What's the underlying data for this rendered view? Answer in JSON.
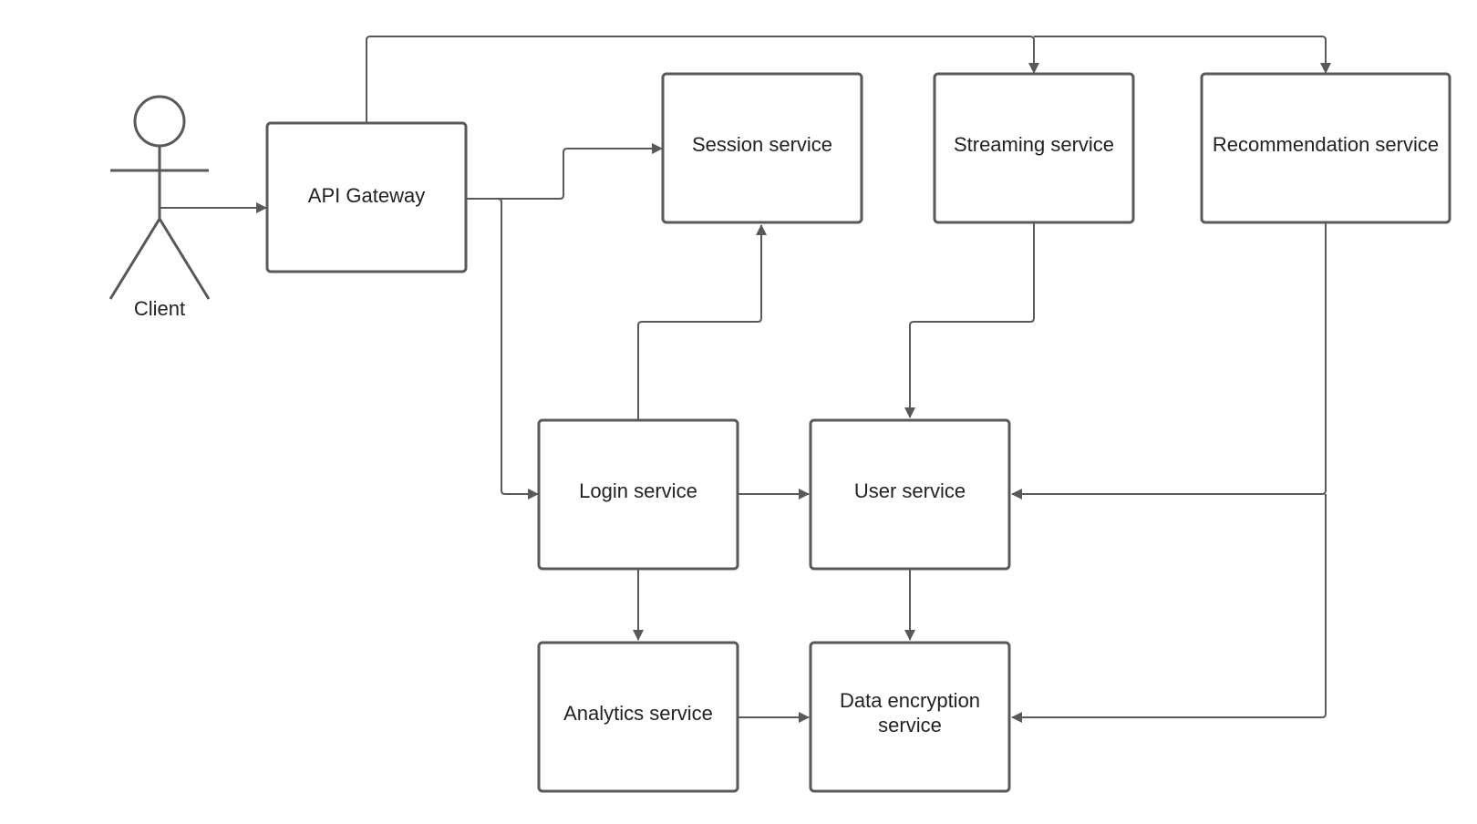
{
  "diagram": {
    "colors": {
      "stroke": "#595959",
      "text": "#222222",
      "background": "#ffffff"
    },
    "actor": {
      "label": "Client"
    },
    "nodes": {
      "api_gateway": {
        "label": "API Gateway"
      },
      "session": {
        "label": "Session service"
      },
      "streaming": {
        "label": "Streaming service"
      },
      "recommendation": {
        "label": "Recommendation service"
      },
      "login": {
        "label": "Login service"
      },
      "user": {
        "label": "User service"
      },
      "analytics": {
        "label": "Analytics service"
      },
      "data_encryption": {
        "label_line1": "Data encryption",
        "label_line2": "service"
      }
    },
    "edges": [
      {
        "from": "Client",
        "to": "API Gateway"
      },
      {
        "from": "API Gateway",
        "to": "Session service"
      },
      {
        "from": "API Gateway",
        "to": "Login service"
      },
      {
        "from": "API Gateway",
        "to": "Streaming service"
      },
      {
        "from": "API Gateway",
        "to": "Recommendation service"
      },
      {
        "from": "Login service",
        "to": "Session service"
      },
      {
        "from": "Login service",
        "to": "User service"
      },
      {
        "from": "Login service",
        "to": "Analytics service"
      },
      {
        "from": "Streaming service",
        "to": "User service"
      },
      {
        "from": "Recommendation service",
        "to": "User service"
      },
      {
        "from": "Recommendation service",
        "to": "Data encryption service"
      },
      {
        "from": "User service",
        "to": "Data encryption service"
      },
      {
        "from": "Analytics service",
        "to": "Data encryption service"
      }
    ]
  }
}
